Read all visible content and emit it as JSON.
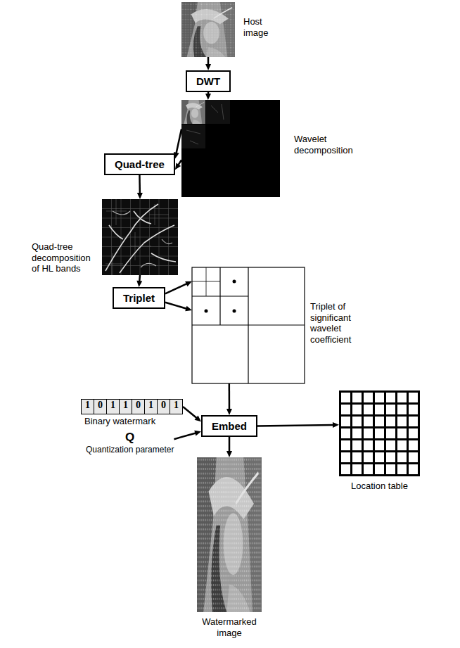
{
  "diagram": {
    "nodes": [
      {
        "text": [
          "Host image"
        ]
      },
      {
        "text": [
          "DWT"
        ]
      },
      {
        "text": [
          "Wavelet decomposition"
        ]
      },
      {
        "text": [
          "Quad-tree"
        ]
      },
      {
        "text": [
          "Quad-tree decomposition of HL bands"
        ]
      },
      {
        "text": [
          "Triplet"
        ]
      },
      {
        "text": [
          "Triplet of significant wavelet coefficient"
        ]
      },
      {
        "text": [
          "1",
          "0",
          "1",
          "1",
          "0",
          "1",
          "0",
          "1",
          "Binary watermark"
        ]
      },
      {
        "text": [
          "Q",
          "Quantization parameter"
        ]
      },
      {
        "text": [
          "Embed"
        ]
      },
      {
        "text": [
          "Location table"
        ]
      },
      {
        "text": [
          "Watermarked image"
        ]
      }
    ],
    "edges": [
      {
        "from": 0,
        "to": 1,
        "arrow": "to"
      },
      {
        "from": 1,
        "to": 2,
        "arrow": "to"
      },
      {
        "from": 2,
        "to": 3,
        "arrow": "to"
      },
      {
        "from": 2,
        "to": 3,
        "arrow": "to"
      },
      {
        "from": 3,
        "to": 4,
        "arrow": "to"
      },
      {
        "from": 4,
        "to": 5,
        "arrow": "to"
      },
      {
        "from": 5,
        "to": 6,
        "arrow": "to"
      },
      {
        "from": 5,
        "to": 6,
        "arrow": "to"
      },
      {
        "from": 6,
        "to": 9,
        "arrow": "to"
      },
      {
        "from": 7,
        "to": 9,
        "arrow": "to"
      },
      {
        "from": 8,
        "to": 9,
        "arrow": "to"
      },
      {
        "from": 9,
        "to": 10,
        "arrow": "to"
      },
      {
        "from": 9,
        "to": 11,
        "arrow": "to"
      }
    ]
  }
}
